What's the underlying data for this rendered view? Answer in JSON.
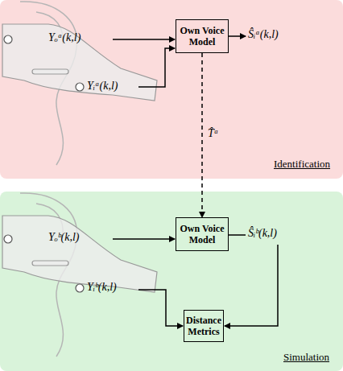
{
  "diagram": {
    "nodes": [
      {
        "text": [
          "Identification"
        ]
      },
      {
        "text": [
          "Own Voice Model"
        ],
        "in": 0
      },
      {
        "text": [
          "Simulation"
        ]
      },
      {
        "text": [
          "Own Voice Model"
        ],
        "in": 2
      },
      {
        "text": [
          "Distance Metrics"
        ],
        "in": 2
      }
    ],
    "edges": [
      {
        "from": 1,
        "to": 3,
        "arrow": "to",
        "label": "T̂ᵃ"
      }
    ],
    "labels": [
      "Yₒᵃ(k,l)",
      "Yᵢᵃ(k,l)",
      "Ŝᵢᵃ(k,l)",
      "Yₒᵇ(k,l)",
      "Yᵢᵇ(k,l)",
      "Ŝᵢᵇ(k,l)"
    ]
  }
}
